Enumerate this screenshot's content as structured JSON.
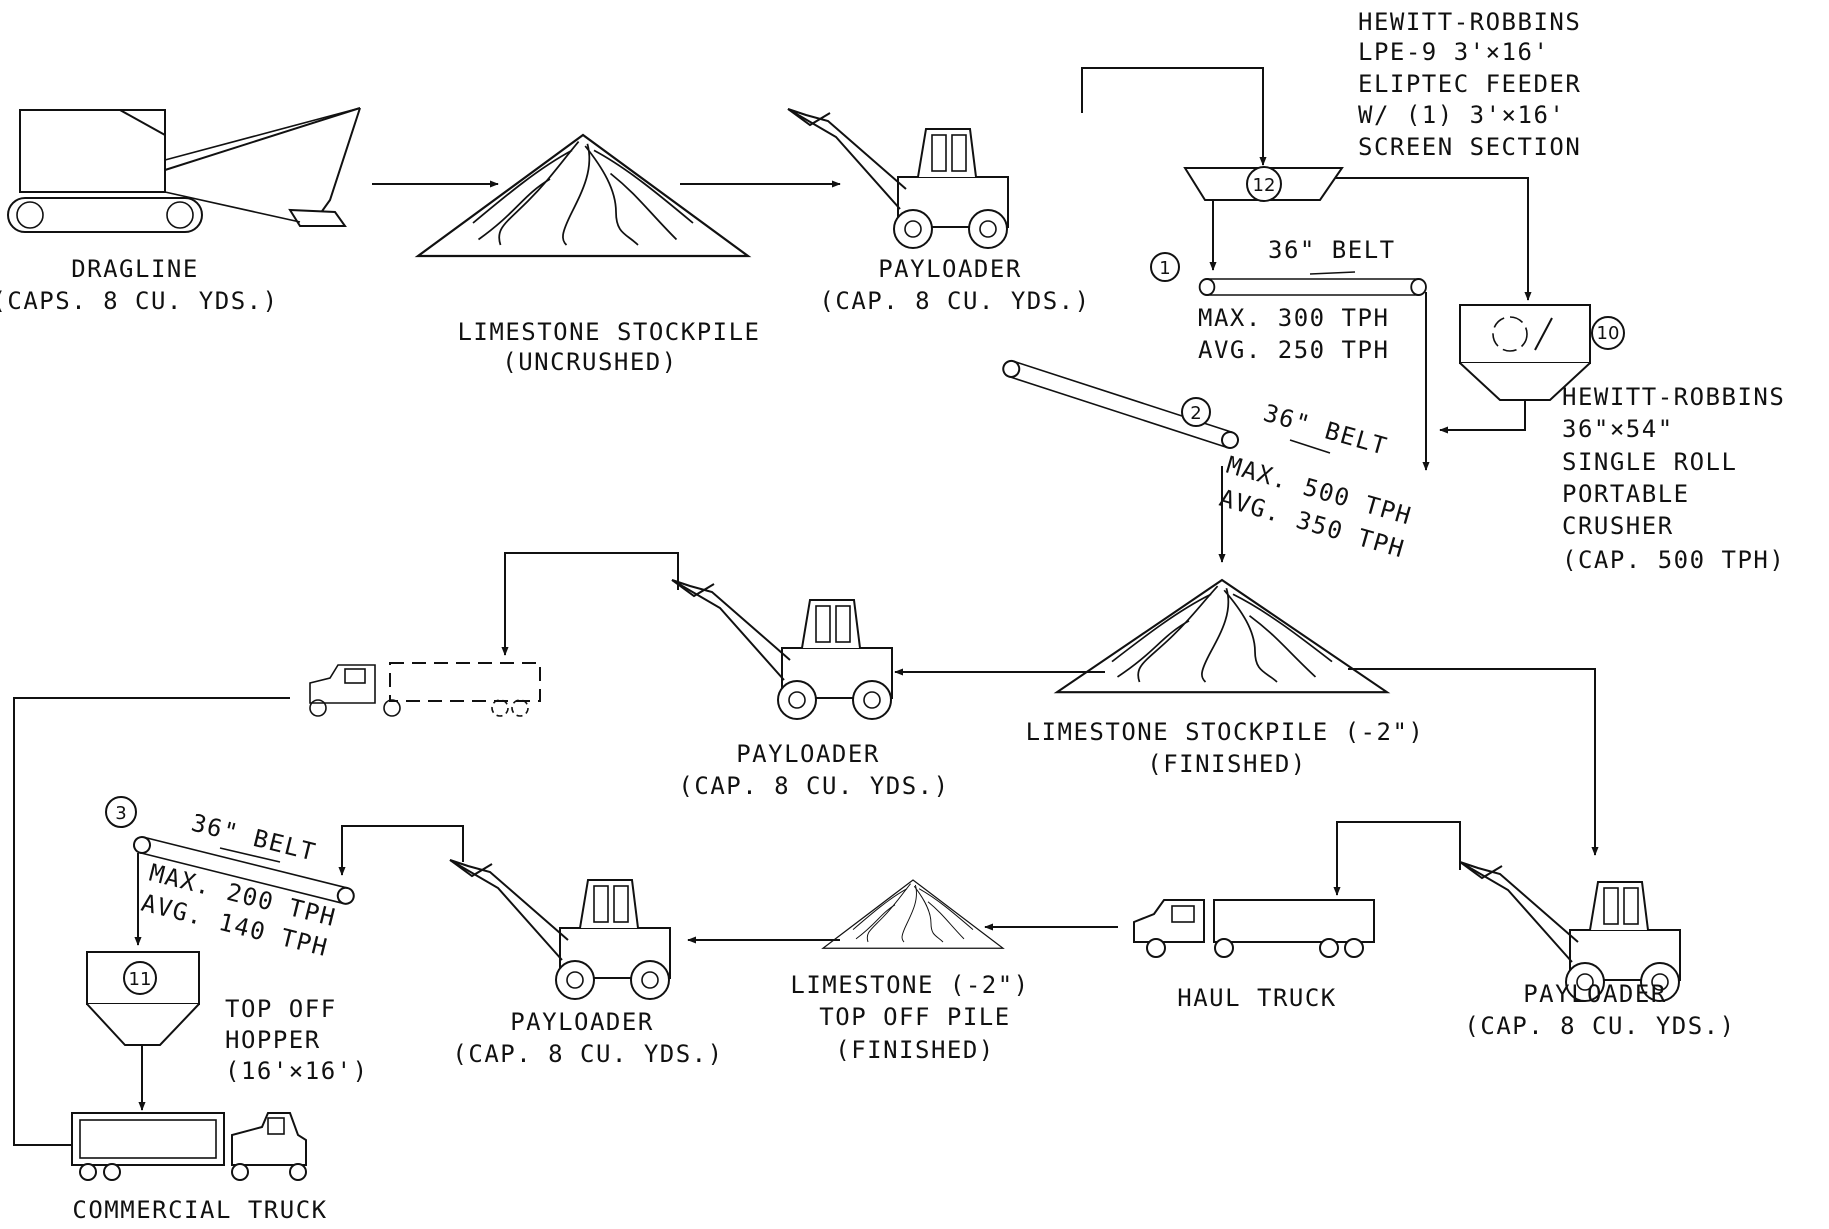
{
  "equipment": {
    "dragline": {
      "name": "DRAGLINE",
      "capacity": "(CAPS. 8 CU. YDS.)"
    },
    "stockpile_uncrushed": {
      "name": "LIMESTONE STOCKPILE",
      "note": "(UNCRUSHED)"
    },
    "payloader_1": {
      "name": "PAYLOADER",
      "capacity": "(CAP. 8 CU. YDS.)"
    },
    "feeder": {
      "id": "12",
      "lines": [
        "HEWITT-ROBBINS",
        "LPE-9 3'×16'",
        "ELIPTEC FEEDER",
        "W/ (1) 3'×16'",
        "SCREEN SECTION"
      ]
    },
    "belt_1": {
      "id": "1",
      "label": "36\" BELT",
      "max": "MAX. 300 TPH",
      "avg": "AVG. 250 TPH"
    },
    "crusher": {
      "id": "10",
      "lines": [
        "HEWITT-ROBBINS",
        "36\"×54\"",
        "SINGLE ROLL",
        "PORTABLE",
        "CRUSHER",
        "(CAP. 500 TPH)"
      ]
    },
    "belt_2": {
      "id": "2",
      "label": "36\" BELT",
      "max": "MAX. 500 TPH",
      "avg": "AVG. 350 TPH"
    },
    "stockpile_finished": {
      "name": "LIMESTONE STOCKPILE (-2\")",
      "note": "(FINISHED)"
    },
    "payloader_2": {
      "name": "PAYLOADER",
      "capacity": "(CAP. 8 CU. YDS.)"
    },
    "payloader_3": {
      "name": "PAYLOADER",
      "capacity": "(CAP. 8 CU. YDS.)"
    },
    "haul_truck": {
      "name": "HAUL TRUCK"
    },
    "top_off_pile": {
      "lines": [
        "LIMESTONE (-2\")",
        "TOP OFF PILE",
        "(FINISHED)"
      ]
    },
    "payloader_4": {
      "name": "PAYLOADER",
      "capacity": "(CAP. 8 CU. YDS.)"
    },
    "belt_3": {
      "id": "3",
      "label": "36\" BELT",
      "max": "MAX. 200 TPH",
      "avg": "AVG. 140 TPH"
    },
    "hopper": {
      "id": "11",
      "lines": [
        "TOP OFF",
        "HOPPER",
        "(16'×16')"
      ]
    },
    "commercial_truck": {
      "name": "COMMERCIAL TRUCK"
    }
  }
}
